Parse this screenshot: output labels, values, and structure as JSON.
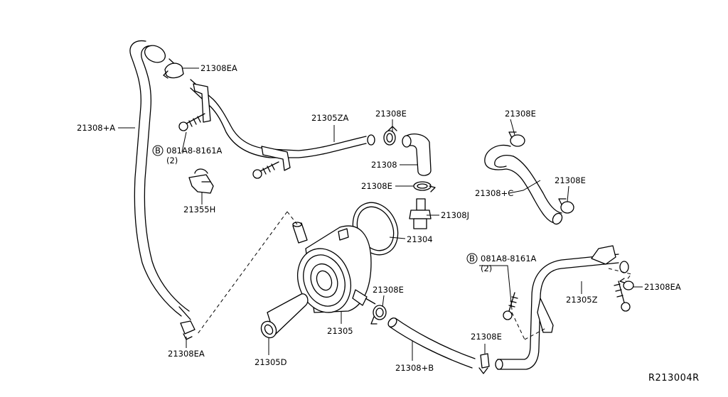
{
  "callouts": {
    "c21308EA_top": "21308EA",
    "c21308A": "21308+A",
    "c21305ZA": "21305ZA",
    "c21308E_1": "21308E",
    "c081A8_left": "081A8-8161A",
    "c081A8_left_qty": "(2)",
    "c21308": "21308",
    "c21308E_2": "21308E",
    "c21308J": "21308J",
    "c21355H": "21355H",
    "c21304": "21304",
    "c21308E_3": "21308E",
    "c21308C": "21308+C",
    "c21308E_4": "21308E",
    "c081A8_right": "081A8-8161A",
    "c081A8_right_qty": "(2)",
    "c21305Z": "21305Z",
    "c21308EA_right": "21308EA",
    "c21308E_5": "21308E",
    "c21305": "21305",
    "c21305D": "21305D",
    "c21308B": "21308+B",
    "c21308E_6": "21308E",
    "c21308EA_bottom": "21308EA"
  },
  "bolt_symbol": "B",
  "reference_code": "R213004R"
}
